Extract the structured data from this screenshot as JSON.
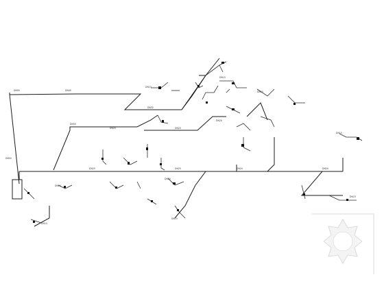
{
  "drawing": {
    "labels": {
      "main_top": "DN50",
      "main_mid": "DN50",
      "riser_left": "DN50",
      "label_a": "DN40",
      "label_b": "DN32",
      "label_c": "DN25",
      "label_d": "DN25",
      "label_e": "DN20",
      "label_f": "DN20",
      "label_g": "DN20",
      "label_h": "DN20",
      "label_i": "DN20",
      "label_j": "DN20",
      "label_k": "DN20",
      "label_l": "DN15",
      "label_m": "DN15",
      "label_n": "DN15",
      "label_o": "DN15",
      "label_p": "DN15",
      "label_q": "DN15",
      "label_r": "DN15"
    }
  },
  "colors": {
    "line": "#1a1a1a",
    "fixture": "#111111",
    "watermark": "#dcdcdc"
  }
}
